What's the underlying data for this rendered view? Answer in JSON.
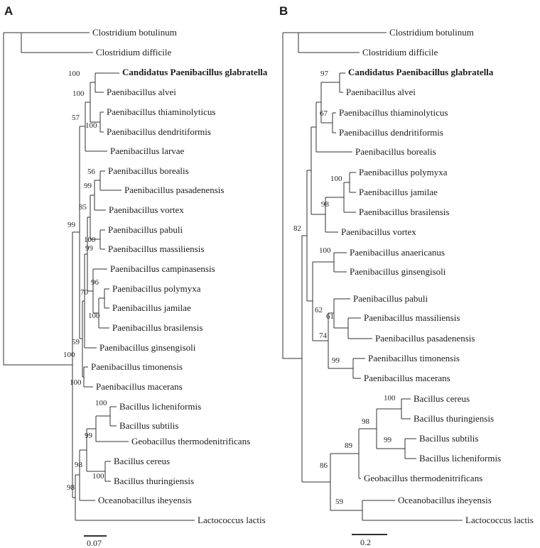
{
  "figure": {
    "panel_a": {
      "label": "A",
      "scale_label": "0.07",
      "taxa": [
        "Clostridium botulinum",
        "Clostridium difficile",
        "Candidatus Paenibacillus glabratella",
        "Paenibacillus alvei",
        "Paenibacillus thiaminolyticus",
        "Paenibacillus dendritiformis",
        "Paenibacillus larvae",
        "Paenibacillus borealis",
        "Paenibacillus pasadenensis",
        "Paenibacillus vortex",
        "Paenibacillus pabuli",
        "Paenibacillus massiliensis",
        "Paenibacillus campinasensis",
        "Paenibacillus polymyxa",
        "Paenibacillus jamilae",
        "Paenibacillus brasilensis",
        "Paenibacillus ginsengisoli",
        "Paenibacillus timonensis",
        "Paenibacillus macerans",
        "Bacillus licheniformis",
        "Bacillus subtilis",
        "Geobacillus thermodenitrificans",
        "Bacillus cereus",
        "Bacillus thuringiensis",
        "Oceanobacillus iheyensis",
        "Lactococcus lactis"
      ],
      "bootstraps": [
        "100",
        "100",
        "57",
        "100",
        "56",
        "99",
        "85",
        "99",
        "100",
        "99",
        "96",
        "70",
        "100",
        "59",
        "100",
        "100",
        "100",
        "99",
        "98",
        "100",
        "98"
      ]
    },
    "panel_b": {
      "label": "B",
      "scale_label": "0.2",
      "taxa": [
        "Clostridium botulinum",
        "Clostridium difficile",
        "Candidatus Paenibacillus glabratella",
        "Paenibacillus alvei",
        "Paenibacillus thiaminolyticus",
        "Paenibacillus dendritiformis",
        "Paenibacillus borealis",
        "Paenibacillus polymyxa",
        "Paenibacillus jamilae",
        "Paenibacillus brasilensis",
        "Paenibacillus vortex",
        "Paenibacillus anaericanus",
        "Paenibacillus ginsengisoli",
        "Paenibacillus pabuli",
        "Paenibacillus massiliensis",
        "Paenibacillus pasadenensis",
        "Paenibacillus timonensis",
        "Paenibacillus macerans",
        "Bacillus cereus",
        "Bacillus thuringiensis",
        "Bacillus subtilis",
        "Bacillus licheniformis",
        "Geobacillus thermodenitrificans",
        "Oceanobacillus iheyensis",
        "Lactococcus lactis"
      ],
      "bootstraps": [
        "97",
        "67",
        "100",
        "98",
        "82",
        "100",
        "62",
        "61",
        "74",
        "99",
        "100",
        "98",
        "99",
        "89",
        "86",
        "59"
      ]
    }
  }
}
